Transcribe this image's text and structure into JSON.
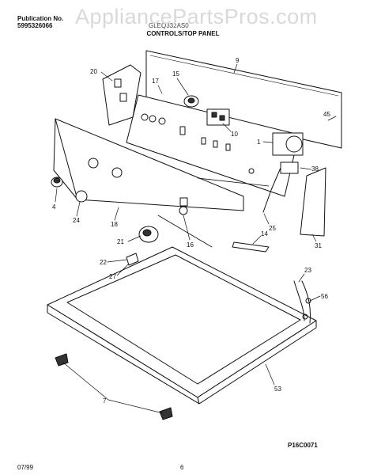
{
  "header": {
    "publication_label": "Publication No.",
    "publication_number": "5995326066",
    "model_code": "GLEQ332AS0"
  },
  "watermark": "AppliancePartsPros.com",
  "title": "CONTROLS/TOP PANEL",
  "figure_code": "P16C0071",
  "footer": {
    "date": "07/99",
    "page": "6"
  },
  "callouts": [
    "20",
    "15",
    "9",
    "17",
    "10",
    "45",
    "1",
    "38",
    "4",
    "24",
    "18",
    "25",
    "16",
    "21",
    "14",
    "31",
    "22",
    "27",
    "23",
    "56",
    "53",
    "7"
  ]
}
